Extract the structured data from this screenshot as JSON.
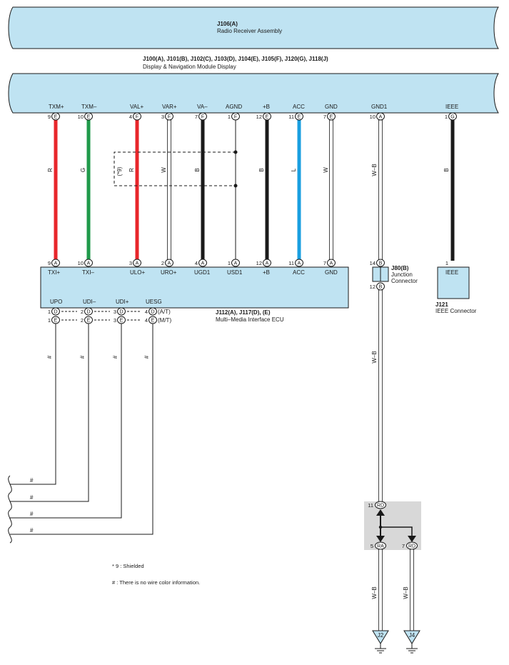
{
  "colors": {
    "module_fill": "#bfe3f2",
    "module_stroke": "#1a1a1a",
    "red": "#e8262b",
    "green": "#1f9a4a",
    "black": "#1a1a1a",
    "white": "#ffffff",
    "blue": "#1a9fe0",
    "gray_block": "#d8d8d8"
  },
  "radio": {
    "code": "J106(A)",
    "name": "Radio Receiver Assembly"
  },
  "display": {
    "codes": "J100(A), J101(B), J102(C), J103(D), J104(E), J105(F), J120(G), J118(J)",
    "name": "Display & Navigation Module Display",
    "pins": [
      {
        "label": "TXM+",
        "num": "9",
        "conn": "E"
      },
      {
        "label": "TXM–",
        "num": "10",
        "conn": "E"
      },
      {
        "label": "VAL+",
        "num": "4",
        "conn": "F"
      },
      {
        "label": "VAR+",
        "num": "3",
        "conn": "F"
      },
      {
        "label": "VA–",
        "num": "7",
        "conn": "F"
      },
      {
        "label": "AGND",
        "num": "1",
        "conn": "F"
      },
      {
        "label": "+B",
        "num": "12",
        "conn": "E"
      },
      {
        "label": "ACC",
        "num": "11",
        "conn": "E"
      },
      {
        "label": "GND",
        "num": "7",
        "conn": "E"
      },
      {
        "label": "GND1",
        "num": "10",
        "conn": "A"
      },
      {
        "label": "IEEE",
        "num": "1",
        "conn": "G"
      }
    ]
  },
  "wires": [
    "R",
    "G",
    "R",
    "W",
    "B",
    "",
    "B",
    "L",
    "W",
    "W–B",
    "B"
  ],
  "shield_label": "(*9)",
  "ecu": {
    "codes": "J112(A), J117(D), (E)",
    "name": "Multi–Media Interface ECU",
    "top_pins": [
      {
        "label": "TXI+",
        "num": "9",
        "conn": "A"
      },
      {
        "label": "TXI–",
        "num": "10",
        "conn": "A"
      },
      {
        "label": "ULO+",
        "num": "3",
        "conn": "A"
      },
      {
        "label": "URO+",
        "num": "2",
        "conn": "A"
      },
      {
        "label": "UGD1",
        "num": "4",
        "conn": "A"
      },
      {
        "label": "USD1",
        "num": "1",
        "conn": "A"
      },
      {
        "label": "+B",
        "num": "12",
        "conn": "A"
      },
      {
        "label": "ACC",
        "num": "11",
        "conn": "A"
      },
      {
        "label": "GND",
        "num": "7",
        "conn": "A"
      }
    ],
    "bottom_labels": [
      "UPO",
      "UDI–",
      "UDI+",
      "UESG"
    ],
    "row_at": {
      "nums": [
        "1",
        "2",
        "3",
        "4"
      ],
      "conn": "D",
      "tag": "(A/T)"
    },
    "row_mt": {
      "nums": [
        "1",
        "2",
        "3",
        "4"
      ],
      "conn": "E",
      "tag": "(M/T)"
    }
  },
  "hash": "#",
  "junction": {
    "code": "J80(B)",
    "name1": "Junction",
    "name2": "Connector",
    "pin_top": {
      "num": "14",
      "conn": "B"
    },
    "pin_bottom": {
      "num": "12",
      "conn": "B"
    },
    "wire_color": "W–B"
  },
  "ieee_conn": {
    "code": "J121",
    "name": "IEEE Connector",
    "box_label": "IEEE",
    "pin": "1"
  },
  "splice": {
    "top": {
      "num": "11",
      "conn": "RD"
    },
    "left": {
      "num": "5",
      "conn": "RA"
    },
    "right": {
      "num": "7",
      "conn": "RD"
    }
  },
  "grounds": [
    {
      "wire": "W–B",
      "label": "J2"
    },
    {
      "wire": "W–B",
      "label": "J4"
    }
  ],
  "notes": [
    "* 9 : Shielded",
    "# : There is no wire color information."
  ]
}
